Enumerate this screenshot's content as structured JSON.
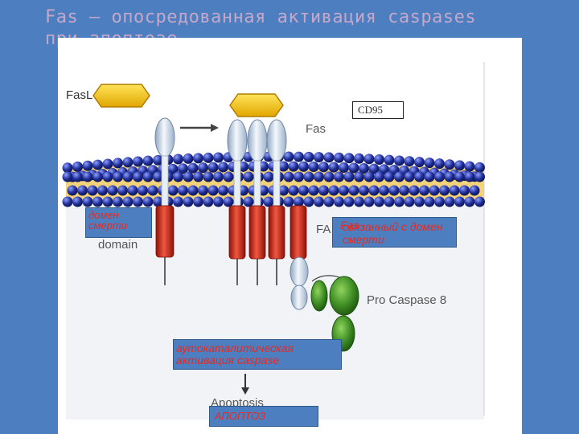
{
  "slide_title": {
    "line1": "Fas – опосредованная активация caspases",
    "line2": "при апоптозе"
  },
  "figure_labels": {
    "fasl": "FasL",
    "fas": "Fas",
    "cd95": "CD95",
    "fadd_partial": "FA",
    "domain_partial": "domain",
    "pro_caspase": "Pro Caspase 8",
    "apoptosis": "Apoptosis"
  },
  "annotations": {
    "death_domain": "домен смерти",
    "fas_word": "Fas",
    "fas_associated": "связанный с домен смерти",
    "autocatalytic": "аутокаталитическая активация caspase",
    "apoptosis_ru": "АПОПТОЗ"
  },
  "colors": {
    "slide_bg": "#4d7fc0",
    "title_text": "#c4a7c9",
    "annotation_text": "#e52a22",
    "ligand": "#f5c400",
    "receptor_head": "#c9d9ea",
    "death_domain": "#cf2d1f",
    "lipid_head": "#1f2a8c",
    "membrane_core": "#f2d27a",
    "caspase": "#3d8b23"
  }
}
